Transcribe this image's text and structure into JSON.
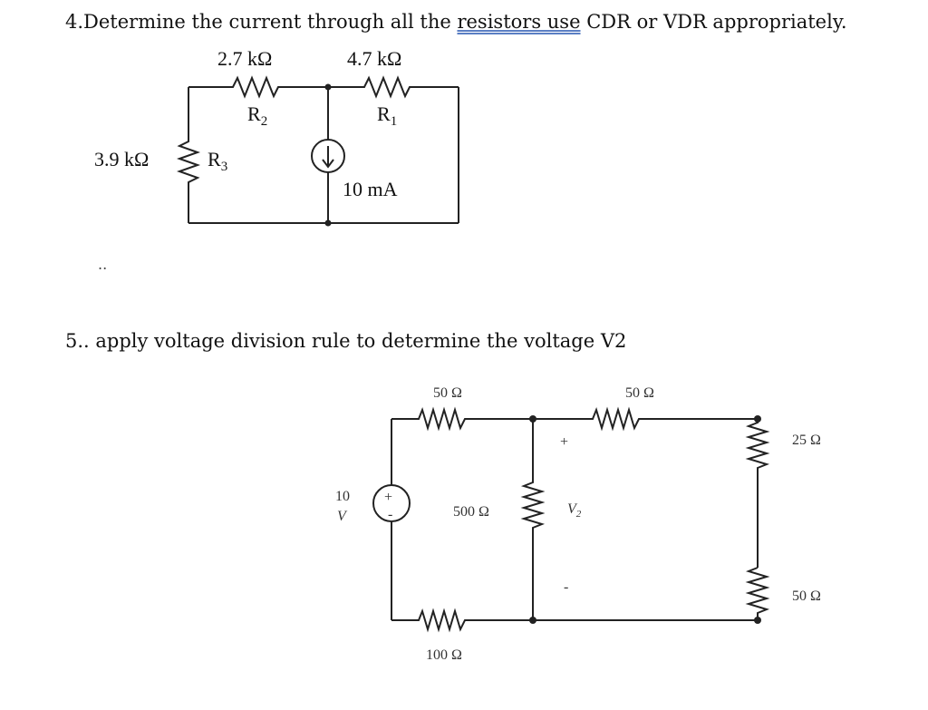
{
  "q4": {
    "prefix": "4.Determine the current through all the ",
    "underlined": "resistors  use",
    "suffix": " CDR or VDR appropriately."
  },
  "circuit1": {
    "r2_value": "2.7 kΩ",
    "r1_value": "4.7 kΩ",
    "r2_name": "R",
    "r2_sub": "2",
    "r1_name": "R",
    "r1_sub": "1",
    "r3_value": "3.9 kΩ",
    "r3_name": "R",
    "r3_sub": "3",
    "source_value": "10 mA"
  },
  "dots": "..",
  "q5": {
    "text": "5.. apply voltage division rule to determine the voltage V2"
  },
  "circuit2": {
    "r_top_left": "50 Ω",
    "r_top_right": "50 Ω",
    "r_right_top": "25 Ω",
    "r_right_bottom": "50 Ω",
    "r_middle": "500 Ω",
    "r_bottom": "100 Ω",
    "source_top": "10",
    "source_bottom": "V",
    "plus": "+",
    "minus": "-",
    "v2_name": "V",
    "v2_sub": "2",
    "v2_plus": "+",
    "v2_minus": "-"
  }
}
